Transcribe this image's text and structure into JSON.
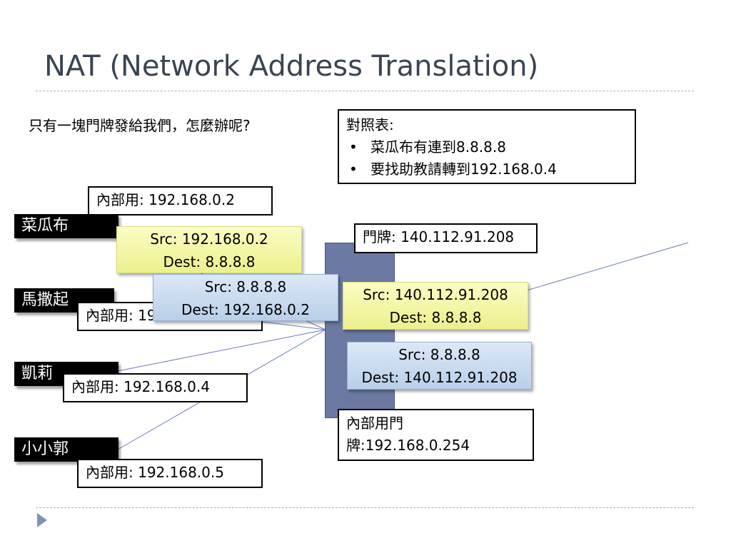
{
  "title": "NAT (Network Address Translation)",
  "question": "只有一塊門牌發給我們，怎麼辦呢?",
  "lookup": {
    "heading": "對照表:",
    "items": [
      {
        "bullet": "•",
        "text": "菜瓜布有連到8.8.8.8"
      },
      {
        "bullet": "•",
        "text": "要找助教請轉到192.168.0.4"
      }
    ]
  },
  "hosts": [
    {
      "name": "菜瓜布",
      "internal": "內部用: 192.168.0.2"
    },
    {
      "name": "馬撒起",
      "internal": "內部用: 192.168.0.3"
    },
    {
      "name": "凱莉",
      "internal": "內部用: 192.168.0.4"
    },
    {
      "name": "小小郭",
      "internal": "內部用: 192.168.0.5"
    }
  ],
  "packets": {
    "outgoing_internal": {
      "src": "Src: 192.168.0.2",
      "dest": "Dest: 8.8.8.8"
    },
    "incoming_internal": {
      "src": "Src: 8.8.8.8",
      "dest": "Dest: 192.168.0.2"
    },
    "outgoing_external": {
      "src": "Src: 140.112.91.208",
      "dest": "Dest: 8.8.8.8"
    },
    "incoming_external": {
      "src": "Src: 8.8.8.8",
      "dest": "Dest: 140.112.91.208"
    }
  },
  "router": {
    "public": "門牌: 140.112.91.208",
    "internal_line1": "內部用門",
    "internal_line2": "牌:192.168.0.254"
  },
  "colors": {
    "title": "#3a4452",
    "router": "#6c7aa3",
    "packet_yellow": "#f4f6a8",
    "packet_blue": "#c6d9ef",
    "connector": "#6a7bb8"
  }
}
